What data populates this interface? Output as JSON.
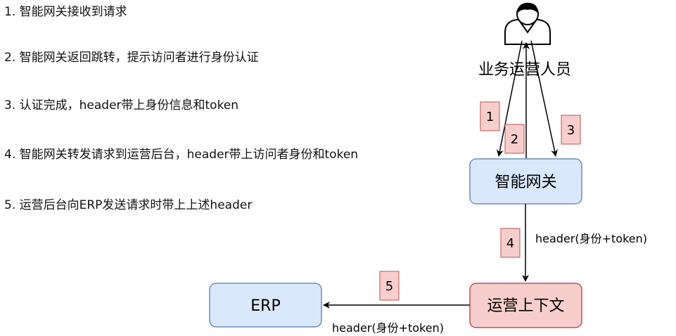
{
  "steps": [
    "1. 智能网关接收到请求",
    "2. 智能网关返回跳转，提示访问者进行身份认证",
    "3. 认证完成，header带上身份信息和token",
    "4. 智能网关转发请求到运营后台，header带上访问者身份和token",
    "5. 运营后台向ERP发送请求时带上上述header"
  ],
  "actor": {
    "label": "业务运营人员",
    "icon": "person-icon"
  },
  "nodes": {
    "gateway": {
      "label": "智能网关",
      "fill": "#dae8fc",
      "stroke": "#6c8ebf"
    },
    "ops": {
      "label": "运营上下文",
      "fill": "#f8cecc",
      "stroke": "#b85450"
    },
    "erp": {
      "label": "ERP",
      "fill": "#dae8fc",
      "stroke": "#6c8ebf"
    }
  },
  "badges": [
    "1",
    "2",
    "3",
    "4",
    "5"
  ],
  "badge_style": {
    "fill": "#f8cecc",
    "stroke": "#b85450"
  },
  "edge_labels": {
    "gateway_to_ops": "header(身份+token)",
    "ops_to_erp": "header(身份+token)"
  }
}
